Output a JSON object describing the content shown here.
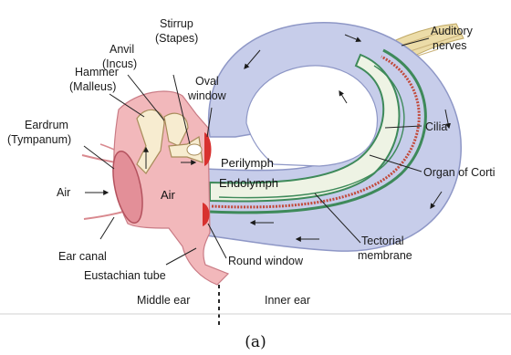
{
  "labels": {
    "hammer_1": "Hammer",
    "hammer_2": "(Malleus)",
    "anvil_1": "Anvil",
    "anvil_2": "(Incus)",
    "stirrup_1": "Stirrup",
    "stirrup_2": "(Stapes)",
    "oval_1": "Oval",
    "oval_2": "window",
    "eardrum_1": "Eardrum",
    "eardrum_2": "(Tympanum)",
    "air_outer": "Air",
    "air_middle": "Air",
    "ear_canal": "Ear canal",
    "eustachian": "Eustachian tube",
    "round_window": "Round window",
    "perilymph": "Perilymph",
    "endolymph": "Endolymph",
    "auditory_1": "Auditory",
    "auditory_2": "nerves",
    "cilia": "Cilia",
    "organ_corti": "Organ of Corti",
    "tectorial_1": "Tectorial",
    "tectorial_2": "membrane",
    "middle_ear": "Middle ear",
    "inner_ear": "Inner ear"
  },
  "caption": "(a)",
  "colors": {
    "cochlea_fill": "#c7cdea",
    "cochlea_stroke": "#8e97c6",
    "middle_ear_fill": "#f2b8bb",
    "middle_ear_dark": "#e38f98",
    "bone_fill": "#f7ecd0",
    "window_red": "#d8312f",
    "endolymph_fill": "#eef3e4",
    "green_membrane": "#3e8a5a",
    "organ_stripe": "#c24a3b",
    "nerve_fill": "#ecdca8"
  }
}
